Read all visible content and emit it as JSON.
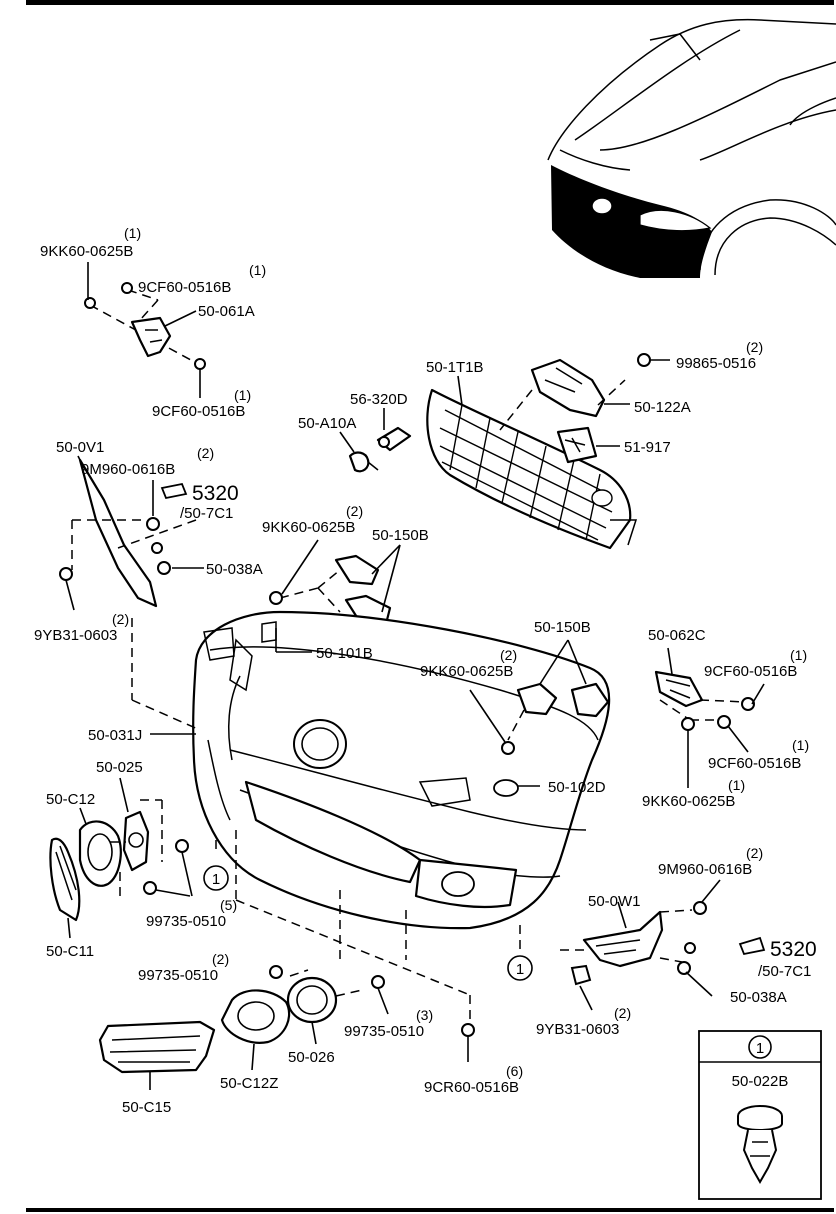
{
  "labels": {
    "l_9kk60_top": "9KK60-0625B",
    "q_9kk60_top": "(1)",
    "l_9cf60_a": "9CF60-0516B",
    "q_9cf60_a": "(1)",
    "l_50_061a": "50-061A",
    "l_9cf60_b": "9CF60-0516B",
    "q_9cf60_b": "(1)",
    "l_50_1t1b": "50-1T1B",
    "l_99865": "99865-0516",
    "q_99865": "(2)",
    "l_56_320d": "56-320D",
    "l_50_a10a": "50-A10A",
    "l_50_122a": "50-122A",
    "l_51_917": "51-917",
    "l_50_0v1": "50-0V1",
    "l_9m960_left": "9M960-0616B",
    "q_9m960_left": "(2)",
    "l_5320_left": "5320",
    "l_507c1_left": "/50-7C1",
    "l_9kk60_mid": "9KK60-0625B",
    "q_9kk60_mid": "(2)",
    "l_50_150b_top": "50-150B",
    "l_50_038a_left": "50-038A",
    "l_9yb31_left": "9YB31-0603",
    "q_9yb31_left": "(2)",
    "l_50_101b": "50-101B",
    "l_50_150b_mid": "50-150B",
    "l_9kk60_lower": "9KK60-0625B",
    "q_9kk60_lower": "(2)",
    "l_50_062c": "50-062C",
    "l_9cf60_c": "9CF60-0516B",
    "q_9cf60_c": "(1)",
    "l_50_031j": "50-031J",
    "l_9cf60_d": "9CF60-0516B",
    "q_9cf60_d": "(1)",
    "l_9kk60_right": "9KK60-0625B",
    "q_9kk60_right": "(1)",
    "l_50_025": "50-025",
    "l_50_c12": "50-C12",
    "l_50_102d": "50-102D",
    "l_99735_a": "99735-0510",
    "q_99735_a": "(5)",
    "l_50_c11": "50-C11",
    "l_9m960_right": "9M960-0616B",
    "q_9m960_right": "(2)",
    "l_50_0w1": "50-0W1",
    "l_5320_right": "5320",
    "l_507c1_right": "/50-7C1",
    "l_99735_b": "99735-0510",
    "q_99735_b": "(2)",
    "l_50_038a_right": "50-038A",
    "l_99735_c": "99735-0510",
    "q_99735_c": "(3)",
    "l_50_026": "50-026",
    "l_9yb31_right": "9YB31-0603",
    "q_9yb31_right": "(2)",
    "l_50_c12z": "50-C12Z",
    "l_9cr60": "9CR60-0516B",
    "q_9cr60": "(6)",
    "l_50_c15": "50-C15"
  },
  "callouts": {
    "ref_left": "1",
    "ref_mid": "1",
    "legend_ref": "1"
  },
  "legend": {
    "part": "50-022B"
  }
}
